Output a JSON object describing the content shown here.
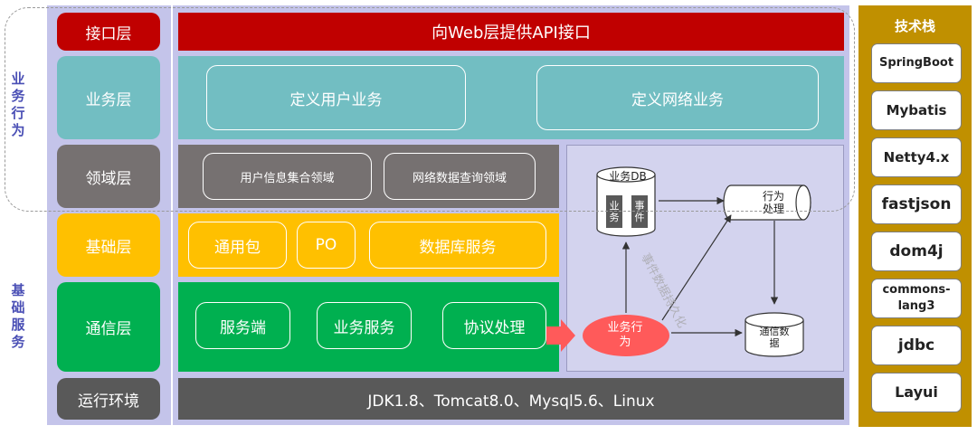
{
  "side_labels": {
    "business": "业务行为",
    "base": "基础服务"
  },
  "layers": {
    "interface": "接口层",
    "business": "业务层",
    "domain": "领域层",
    "base": "基础层",
    "comm": "通信层",
    "runtime": "运行环境"
  },
  "rows": {
    "interface_text": "向Web层提供API接口",
    "business_boxes": [
      "定义用户业务",
      "定义网络业务"
    ],
    "domain_boxes": [
      "用户信息集合领域",
      "网络数据查询领域"
    ],
    "base_boxes": [
      "通用包",
      "PO",
      "数据库服务"
    ],
    "comm_boxes": [
      "服务端",
      "业务服务",
      "协议处理"
    ],
    "runtime_text": "JDK1.8、Tomcat8.0、Mysql5.6、Linux"
  },
  "flow": {
    "db_label": "业务DB",
    "db_inner_left": "业务",
    "db_inner_right": "事件",
    "process_label": "行为处理",
    "action_label": "业务行为",
    "comm_data_label": "通信数据",
    "watermark": "事件数据持久化"
  },
  "tech_stack": {
    "title": "技术栈",
    "items": [
      "SpringBoot",
      "Mybatis",
      "Netty4.x",
      "fastjson",
      "dom4j",
      "commons-lang3",
      "jdbc",
      "Layui"
    ]
  },
  "colors": {
    "red": "#c00000",
    "teal": "#72bec2",
    "gray": "#767171",
    "yellow": "#ffc000",
    "green": "#00b050",
    "dark": "#595959",
    "panel": "#d3d3ee",
    "gold": "#c09000",
    "side_label": "#4a4fb5"
  }
}
